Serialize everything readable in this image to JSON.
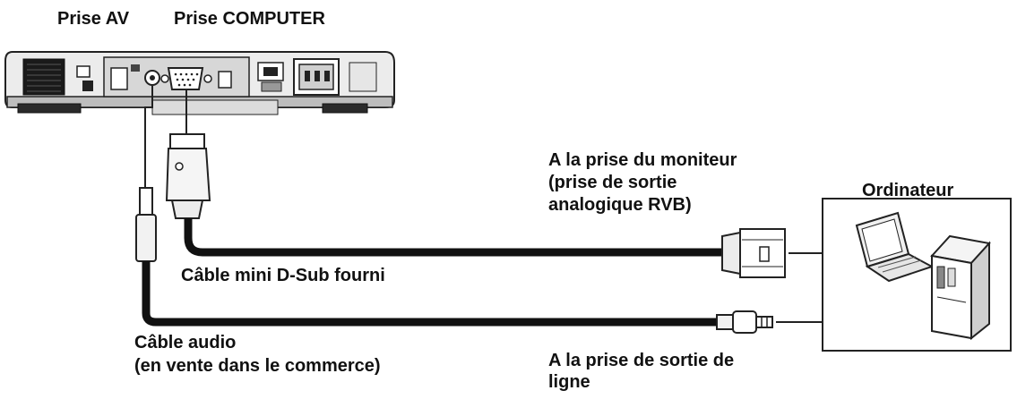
{
  "labels": {
    "prise_av": "Prise AV",
    "prise_computer": "Prise COMPUTER",
    "monitor_port_line1": "A la prise du moniteur",
    "monitor_port_line2": "(prise de sortie",
    "monitor_port_line3": "analogique RVB)",
    "computer": "Ordinateur",
    "dsub_cable": "Câble mini D-Sub fourni",
    "audio_cable_line1": "Câble audio",
    "audio_cable_line2": "(en vente dans le commerce)",
    "line_out_line1": "A la prise de sortie de",
    "line_out_line2": "ligne"
  }
}
